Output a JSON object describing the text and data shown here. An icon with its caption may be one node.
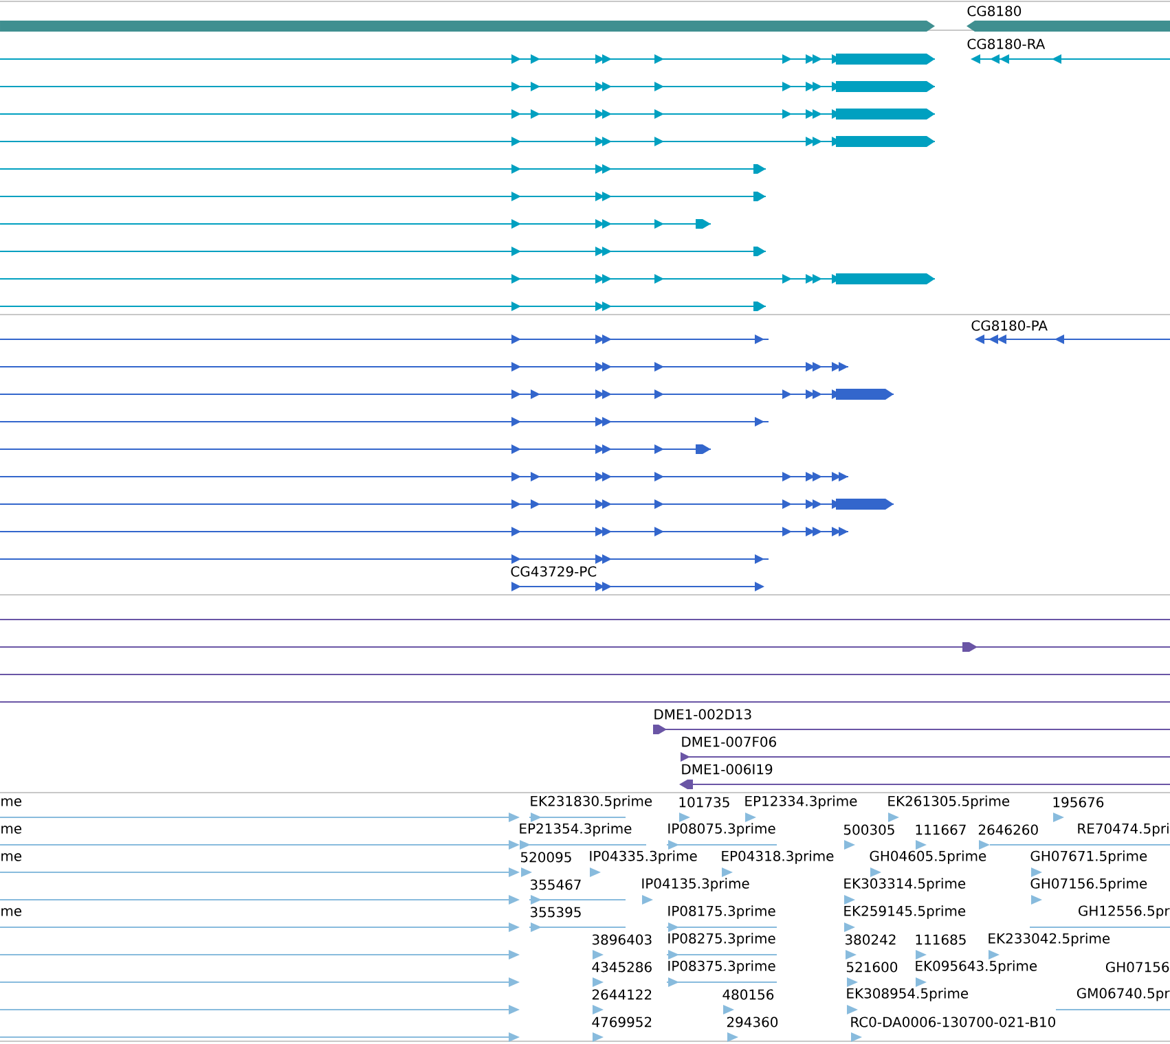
{
  "diagram": {
    "labels": [
      "CG8180",
      "CG8180-RA",
      "CG8180-PA",
      "CG43729-PC",
      "DME1-002D13",
      "DME1-007F06",
      "DME1-006I19",
      "me",
      "EK231830.5prime",
      "101735",
      "EP12334.3prime",
      "EK261305.5prime",
      "195676",
      "me",
      "EP21354.3prime",
      "IP08075.3prime",
      "500305",
      "111667",
      "2646260",
      "RE70474.5pri",
      "me",
      "520095",
      "IP04335.3prime",
      "EP04318.3prime",
      "GH04605.5prime",
      "GH07671.5prime",
      "355467",
      "IP04135.3prime",
      "EK303314.5prime",
      "GH07156.5prime",
      "me",
      "355395",
      "IP08175.3prime",
      "EK259145.5prime",
      "GH12556.5pr",
      "3896403",
      "IP08275.3prime",
      "380242",
      "111685",
      "EK233042.5prime",
      "4345286",
      "IP08375.3prime",
      "521600",
      "EK095643.5prime",
      "GH07156",
      "2644122",
      "480156",
      "EK308954.5prime",
      "GM06740.5pr",
      "4769952",
      "294360",
      "RC0-DA0006-130700-021-B10"
    ]
  }
}
